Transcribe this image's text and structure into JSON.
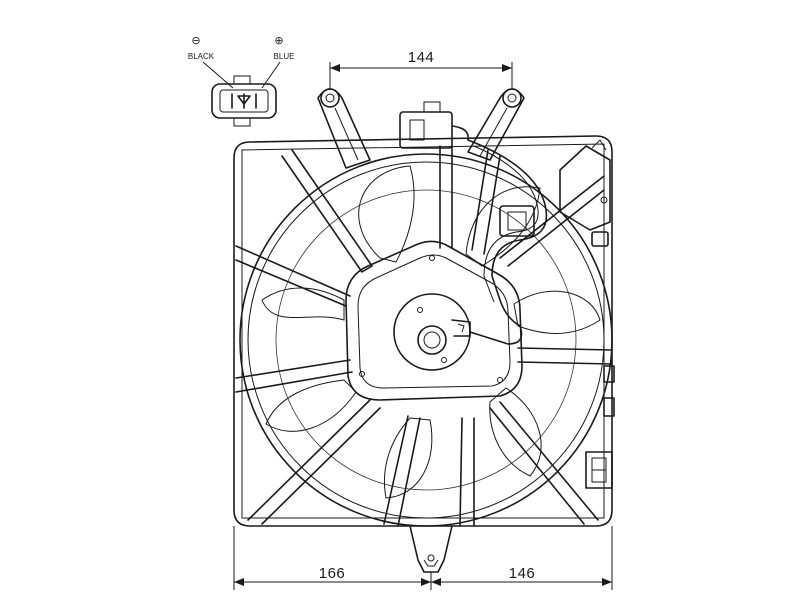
{
  "dimensions": {
    "top_width": "144",
    "left_width": "166",
    "right_width": "146"
  },
  "connector": {
    "negative_symbol": "⊖",
    "negative_wire": "BLACK",
    "positive_symbol": "⊕",
    "positive_wire": "BLUE"
  }
}
